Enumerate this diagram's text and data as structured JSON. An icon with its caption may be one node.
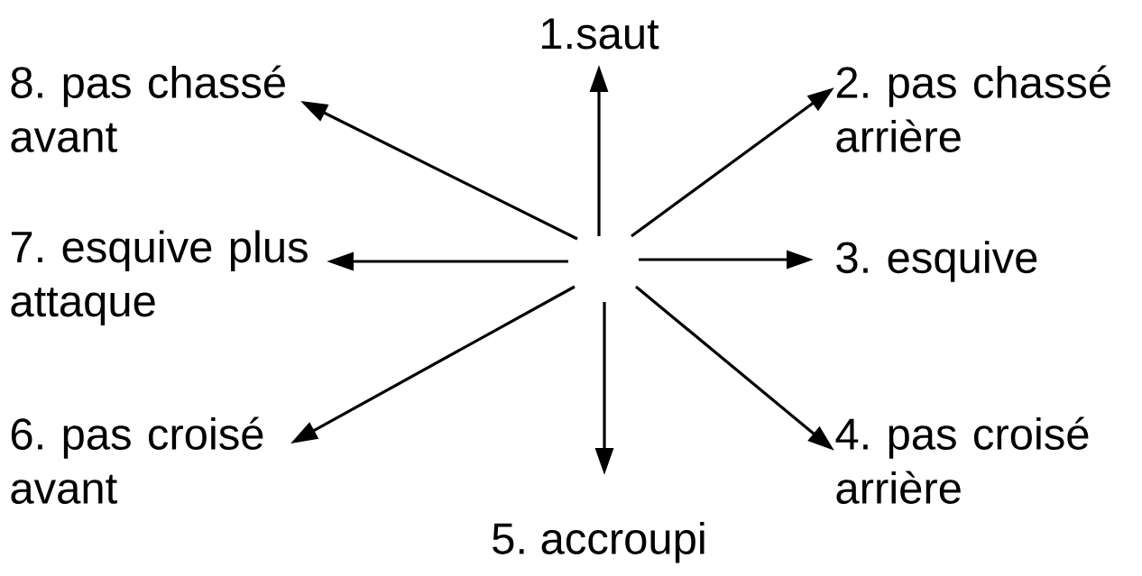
{
  "diagram": {
    "nodes": [
      {
        "text": [
          "1.saut"
        ]
      },
      {
        "text": [
          "2. pas chassé arrière"
        ]
      },
      {
        "text": [
          "3. esquive"
        ]
      },
      {
        "text": [
          "4. pas croisé arrière"
        ]
      },
      {
        "text": [
          "5. accroupi"
        ]
      },
      {
        "text": [
          "6. pas croisé avant"
        ]
      },
      {
        "text": [
          "7. esquive plus attaque"
        ]
      },
      {
        "text": [
          "8. pas chassé avant"
        ]
      }
    ],
    "edges": [
      {
        "from": null,
        "to": 0,
        "arrow": "to"
      },
      {
        "from": null,
        "to": 1,
        "arrow": "to"
      },
      {
        "from": null,
        "to": 2,
        "arrow": "to"
      },
      {
        "from": null,
        "to": 3,
        "arrow": "to"
      },
      {
        "from": null,
        "to": 4,
        "arrow": "to"
      },
      {
        "from": null,
        "to": 5,
        "arrow": "to"
      },
      {
        "from": null,
        "to": 6,
        "arrow": "to"
      },
      {
        "from": null,
        "to": 7,
        "arrow": "to"
      }
    ]
  }
}
